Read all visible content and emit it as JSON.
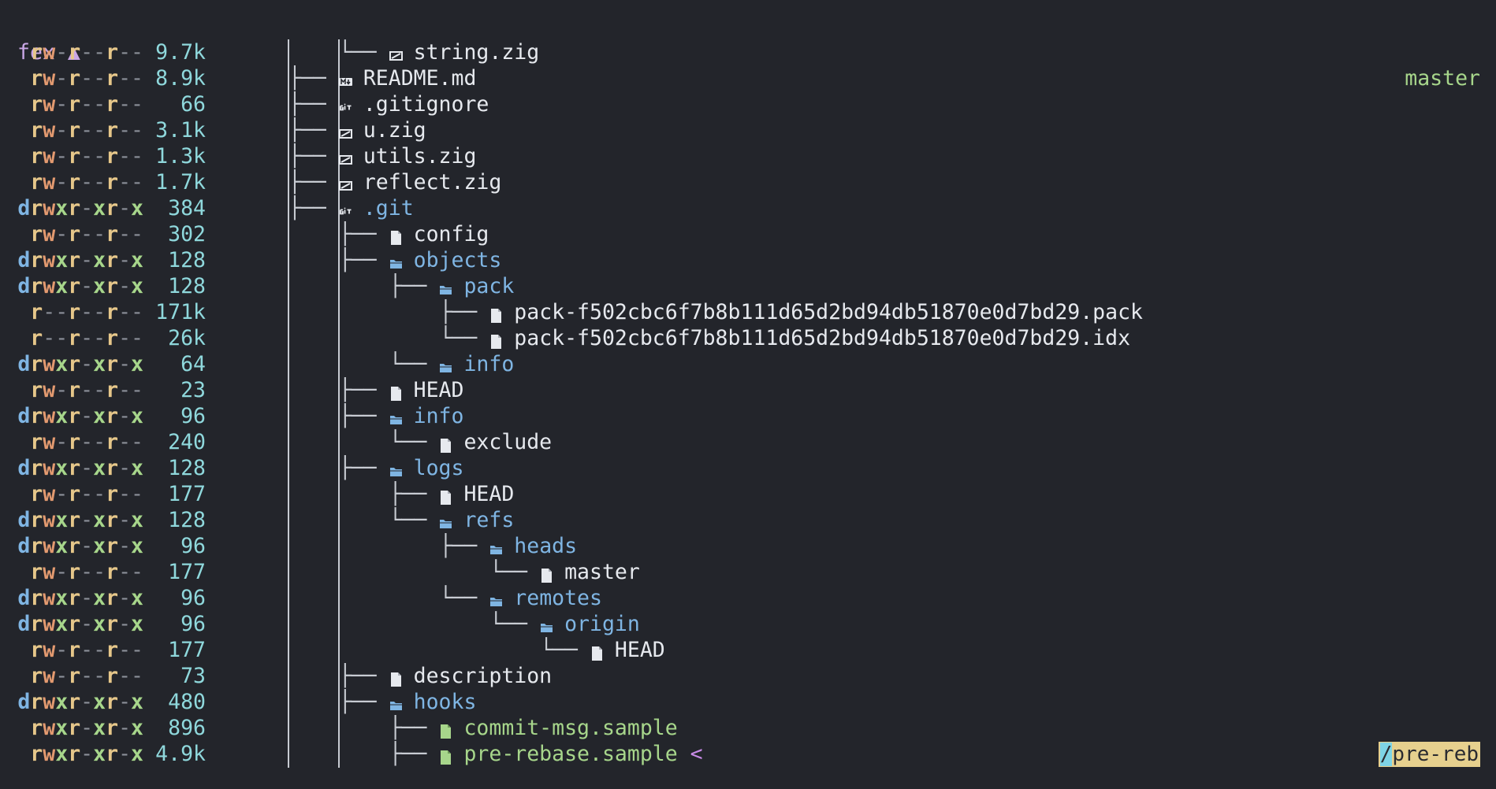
{
  "header": {
    "app_name": "fex ▲",
    "branch": "master"
  },
  "search": {
    "slash": "/",
    "query": "pre-reb"
  },
  "colors": {
    "background": "#23252b",
    "dir": "#7fb5e3",
    "exec": "#a7d68b",
    "read": "#e6c78a",
    "write": "#e39a70",
    "size": "#8fd8dc",
    "title": "#c9a7e6",
    "cursor": "#c88be6"
  },
  "rows": [
    {
      "perm": "rw-r--r--",
      "size": "9.7k",
      "prefix": "    └── ",
      "icon": "zig",
      "name": "string.zig",
      "kind": "file"
    },
    {
      "perm": "rw-r--r--",
      "size": "8.9k",
      "prefix": "├── ",
      "icon": "md",
      "name": "README.md",
      "kind": "file"
    },
    {
      "perm": "rw-r--r--",
      "size": "66",
      "prefix": "├── ",
      "icon": "git",
      "name": ".gitignore",
      "kind": "file"
    },
    {
      "perm": "rw-r--r--",
      "size": "3.1k",
      "prefix": "├── ",
      "icon": "zig",
      "name": "u.zig",
      "kind": "file"
    },
    {
      "perm": "rw-r--r--",
      "size": "1.3k",
      "prefix": "├── ",
      "icon": "zig",
      "name": "utils.zig",
      "kind": "file"
    },
    {
      "perm": "rw-r--r--",
      "size": "1.7k",
      "prefix": "├── ",
      "icon": "zig",
      "name": "reflect.zig",
      "kind": "file"
    },
    {
      "perm": "drwxr-xr-x",
      "size": "384",
      "prefix": "├── ",
      "icon": "git",
      "name": ".git",
      "kind": "dir"
    },
    {
      "perm": "rw-r--r--",
      "size": "302",
      "prefix": "    ├── ",
      "icon": "file",
      "name": "config",
      "kind": "file"
    },
    {
      "perm": "drwxr-xr-x",
      "size": "128",
      "prefix": "    ├── ",
      "icon": "folder",
      "name": "objects",
      "kind": "dir"
    },
    {
      "perm": "drwxr-xr-x",
      "size": "128",
      "prefix": "        ├── ",
      "icon": "folder",
      "name": "pack",
      "kind": "dir"
    },
    {
      "perm": "r--r--r--",
      "size": "171k",
      "prefix": "            ├── ",
      "icon": "file",
      "name": "pack-f502cbc6f7b8b111d65d2bd94db51870e0d7bd29.pack",
      "kind": "file"
    },
    {
      "perm": "r--r--r--",
      "size": "26k",
      "prefix": "            └── ",
      "icon": "file",
      "name": "pack-f502cbc6f7b8b111d65d2bd94db51870e0d7bd29.idx",
      "kind": "file"
    },
    {
      "perm": "drwxr-xr-x",
      "size": "64",
      "prefix": "        └── ",
      "icon": "folder",
      "name": "info",
      "kind": "dir"
    },
    {
      "perm": "rw-r--r--",
      "size": "23",
      "prefix": "    ├── ",
      "icon": "file",
      "name": "HEAD",
      "kind": "file"
    },
    {
      "perm": "drwxr-xr-x",
      "size": "96",
      "prefix": "    ├── ",
      "icon": "folder",
      "name": "info",
      "kind": "dir"
    },
    {
      "perm": "rw-r--r--",
      "size": "240",
      "prefix": "        └── ",
      "icon": "file",
      "name": "exclude",
      "kind": "file"
    },
    {
      "perm": "drwxr-xr-x",
      "size": "128",
      "prefix": "    ├── ",
      "icon": "folder",
      "name": "logs",
      "kind": "dir"
    },
    {
      "perm": "rw-r--r--",
      "size": "177",
      "prefix": "        ├── ",
      "icon": "file",
      "name": "HEAD",
      "kind": "file"
    },
    {
      "perm": "drwxr-xr-x",
      "size": "128",
      "prefix": "        └── ",
      "icon": "folder",
      "name": "refs",
      "kind": "dir"
    },
    {
      "perm": "drwxr-xr-x",
      "size": "96",
      "prefix": "            ├── ",
      "icon": "folder",
      "name": "heads",
      "kind": "dir"
    },
    {
      "perm": "rw-r--r--",
      "size": "177",
      "prefix": "                └── ",
      "icon": "file",
      "name": "master",
      "kind": "file"
    },
    {
      "perm": "drwxr-xr-x",
      "size": "96",
      "prefix": "            └── ",
      "icon": "folder",
      "name": "remotes",
      "kind": "dir"
    },
    {
      "perm": "drwxr-xr-x",
      "size": "96",
      "prefix": "                └── ",
      "icon": "folder",
      "name": "origin",
      "kind": "dir"
    },
    {
      "perm": "rw-r--r--",
      "size": "177",
      "prefix": "                    └── ",
      "icon": "file",
      "name": "HEAD",
      "kind": "file"
    },
    {
      "perm": "rw-r--r--",
      "size": "73",
      "prefix": "    ├── ",
      "icon": "file",
      "name": "description",
      "kind": "file"
    },
    {
      "perm": "drwxr-xr-x",
      "size": "480",
      "prefix": "    ├── ",
      "icon": "folder",
      "name": "hooks",
      "kind": "dir"
    },
    {
      "perm": "rwxr-xr-x",
      "size": "896",
      "prefix": "        ├── ",
      "icon": "file-exec",
      "name": "commit-msg.sample",
      "kind": "exec"
    },
    {
      "perm": "rwxr-xr-x",
      "size": "4.9k",
      "prefix": "        ├── ",
      "icon": "file-exec",
      "name": "pre-rebase.sample",
      "kind": "exec",
      "cursor": "<"
    }
  ]
}
